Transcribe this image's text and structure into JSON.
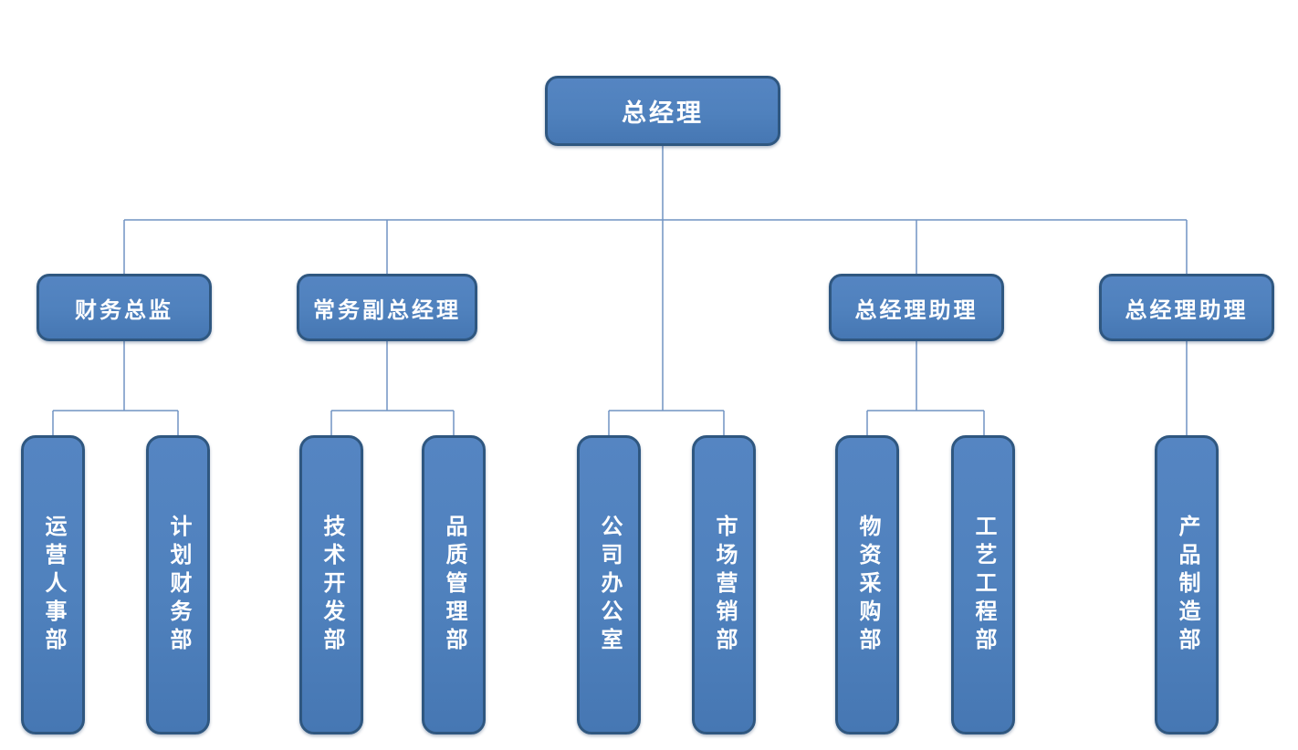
{
  "org_chart": {
    "type": "organization-chart",
    "root": {
      "label": "总经理"
    },
    "managers": [
      {
        "label": "财务总监",
        "reports_to": "总经理"
      },
      {
        "label": "常务副总经理",
        "reports_to": "总经理"
      },
      {
        "label": "总经理助理",
        "reports_to": "总经理"
      },
      {
        "label": "总经理助理",
        "reports_to": "总经理"
      }
    ],
    "departments": [
      {
        "label": "运营人事部",
        "reports_to": "财务总监"
      },
      {
        "label": "计划财务部",
        "reports_to": "财务总监"
      },
      {
        "label": "技术开发部",
        "reports_to": "常务副总经理"
      },
      {
        "label": "品质管理部",
        "reports_to": "常务副总经理"
      },
      {
        "label": "公司办公室",
        "reports_to": "总经理"
      },
      {
        "label": "市场营销部",
        "reports_to": "总经理"
      },
      {
        "label": "物资采购部",
        "reports_to": "总经理助理"
      },
      {
        "label": "工艺工程部",
        "reports_to": "总经理助理"
      },
      {
        "label": "产品制造部",
        "reports_to": "总经理助理"
      }
    ]
  },
  "colors": {
    "background": "#FFFFFF",
    "node_fill": "#4F81BD",
    "node_border": "#2F5780",
    "node_text": "#FFFFFF",
    "connector": "#7093C2"
  }
}
